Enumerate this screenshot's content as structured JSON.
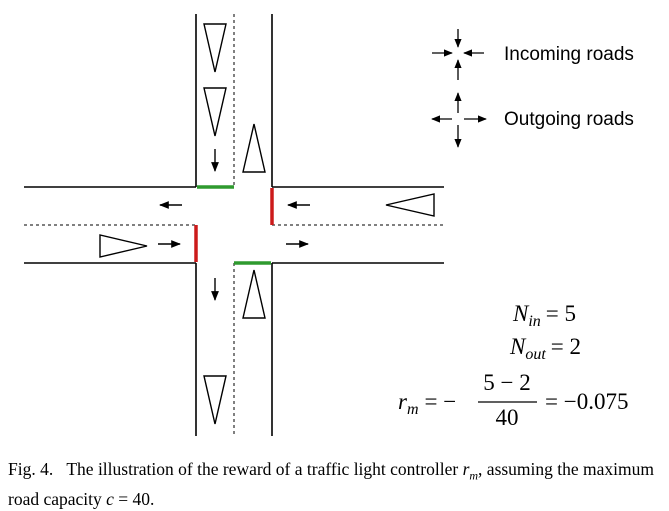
{
  "legend": {
    "incoming_label": "Incoming roads",
    "outgoing_label": "Outgoing roads"
  },
  "equations": {
    "n_in_var": "N",
    "n_in_sub": "in",
    "n_in_value": "= 5",
    "n_out_var": "N",
    "n_out_sub": "out",
    "n_out_value": "= 2",
    "r_var": "r",
    "r_sub": "m",
    "r_eq_minus": "= −",
    "numerator": "5 − 2",
    "denominator": "40",
    "result": "= −0.075"
  },
  "caption": {
    "fig_label": "Fig. 4.",
    "text_before": "The illustration of the reward of a traffic light controller ",
    "r_var": "r",
    "r_sub": "m",
    "text_after": ", assuming the maximum road capacity ",
    "c_var": "c",
    "c_value": " = 40."
  },
  "colors": {
    "green_light": "#2e9a2e",
    "red_light": "#cc1a1a",
    "road_line": "#000000"
  },
  "icons": {
    "car": "triangle-outline",
    "lane_arrow": "arrow"
  }
}
